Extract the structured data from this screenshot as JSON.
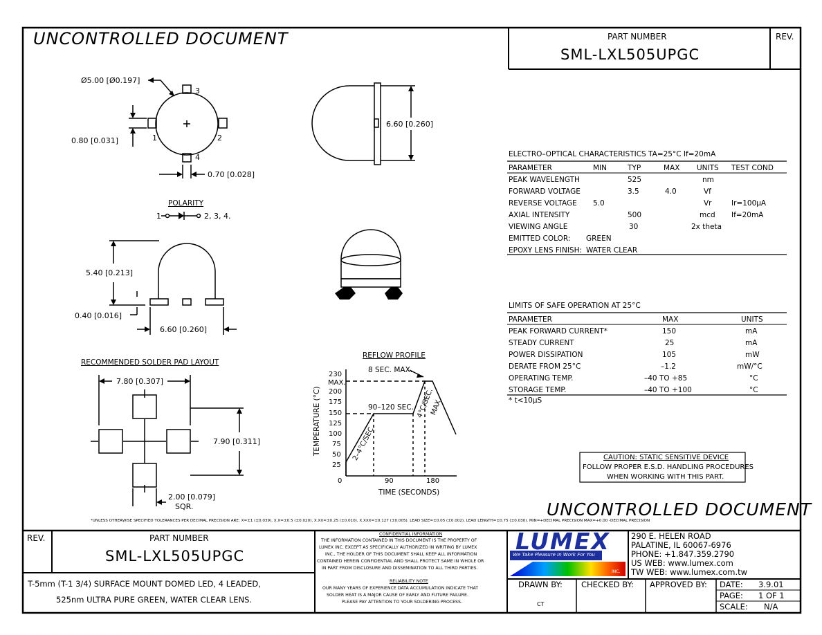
{
  "stamp": "UNCONTROLLED DOCUMENT",
  "header": {
    "part_number_label": "PART NUMBER",
    "part_number": "SML-LXL505UPGC",
    "rev_label": "REV."
  },
  "dims": {
    "dia": "Ø5.00 [Ø0.197]",
    "d080": "0.80 [0.031]",
    "d070": "0.70 [0.028]",
    "d660a": "6.60 [0.260]",
    "d540": "5.40 [0.213]",
    "d040": "0.40 [0.016]",
    "d660b": "6.60 [0.260]",
    "pin1": "1",
    "pin2": "2",
    "pin3": "3",
    "pin4": "4"
  },
  "polarity": {
    "title": "POLARITY",
    "left": "1",
    "right": "2, 3, 4."
  },
  "pad_layout": {
    "title": "RECOMMENDED SOLDER PAD LAYOUT",
    "w": "7.80 [0.307]",
    "h": "7.90 [0.311]",
    "pad": "2.00 [0.079]",
    "sqr": "SQR."
  },
  "reflow": {
    "title": "REFLOW PROFILE",
    "ylabel": "TEMPERATURE (°C)",
    "xlabel": "TIME (SECONDS)",
    "yticks": [
      "230",
      "MAX.",
      "200",
      "175",
      "150",
      "125",
      "100",
      "75",
      "50",
      "25"
    ],
    "xticks": [
      "0",
      "90",
      "180"
    ],
    "ann_8sec": "8 SEC. MAX.",
    "ann_90120": "90–120 SEC.",
    "ann_ramp1": "2–4°C/SEC.",
    "ann_ramp2": "4°C/SEC.",
    "ann_ramp3": "MAX."
  },
  "eo": {
    "title": "ELECTRO–OPTICAL CHARACTERISTICS TA=25°C    If=20mA",
    "headers": [
      "PARAMETER",
      "MIN",
      "TYP",
      "MAX",
      "UNITS",
      "TEST COND"
    ],
    "rows": [
      [
        "PEAK WAVELENGTH",
        "",
        "525",
        "",
        "nm",
        ""
      ],
      [
        "FORWARD VOLTAGE",
        "",
        "3.5",
        "4.0",
        "Vf",
        ""
      ],
      [
        "REVERSE VOLTAGE",
        "5.0",
        "",
        "",
        "Vr",
        "Ir=100µA"
      ],
      [
        "AXIAL INTENSITY",
        "",
        "500",
        "",
        "mcd",
        "If=20mA"
      ],
      [
        "VIEWING ANGLE",
        "",
        "30",
        "",
        "2x theta",
        ""
      ]
    ],
    "emitted_label": "EMITTED COLOR:",
    "emitted": "GREEN",
    "epoxy_label": "EPOXY LENS FINISH:",
    "epoxy": "WATER CLEAR"
  },
  "limits": {
    "title": "LIMITS OF SAFE OPERATION AT 25°C",
    "headers": [
      "PARAMETER",
      "MAX",
      "UNITS"
    ],
    "rows": [
      [
        "PEAK FORWARD CURRENT*",
        "150",
        "mA"
      ],
      [
        "STEADY CURRENT",
        "25",
        "mA"
      ],
      [
        "POWER DISSIPATION",
        "105",
        "mW"
      ],
      [
        "DERATE FROM 25°C",
        "–1.2",
        "mW/°C"
      ],
      [
        "OPERATING TEMP.",
        "–40 TO +85",
        "°C"
      ],
      [
        "STORAGE TEMP.",
        "–40 TO +100",
        "°C"
      ]
    ],
    "footnote": "* t<10µS"
  },
  "caution": {
    "l1": "CAUTION: STATIC SENSITIVE DEVICE",
    "l2": "FOLLOW PROPER E.S.D. HANDLING PROCEDURES",
    "l3": "WHEN WORKING WITH THIS PART."
  },
  "tolerance": "*UNLESS OTHERWISE SPECIFIED TOLERANCES PER DECIMAL PRECISION ARE: X=±1 (±0.039), X.X=±0.5 (±0.020), X.XX=±0.25 (±0.010), X.XXX=±0.127 (±0.005).   LEAD SIZE=±0.05 (±0.002), LEAD LENGTH=±0.75 (±0.030). MIN=+DECIMAL PRECISION  MAX=+0.00 -DECIMAL PRECISION",
  "title_block": {
    "rev_label": "REV.",
    "part_number_label": "PART NUMBER",
    "part_number": "SML-LXL505UPGC",
    "desc1": "T-5mm (T-1 3/4) SURFACE MOUNT DOMED LED, 4 LEADED,",
    "desc2": "525nm ULTRA PURE GREEN, WATER CLEAR LENS.",
    "conf_title": "CONFIDENTIAL INFORMATION",
    "conf_lines": [
      "THE INFORMATION CONTAINED IN THIS DOCUMENT IS THE PROPERTY OF",
      "LUMEX INC. EXCEPT AS SPECIFICALLY AUTHORIZED IN WRITING BY LUMEX",
      "INC., THE HOLDER OF THIS DOCUMENT SHALL KEEP ALL INFORMATION",
      "CONTAINED HEREIN CONFIDENTIAL AND SHALL PROTECT SAME IN WHOLE OR",
      "IN PART FROM DISCLOSURE AND DISSEMINATION TO ALL THIRD PARTIES."
    ],
    "rel_title": "RELIABILITY NOTE",
    "rel_lines": [
      "OUR MANY YEARS OF EXPERIENCE DATA ACCUMULATION INDICATE THAT",
      "SOLDER HEAT IS A MAJOR CAUSE OF EARLY AND FUTURE FAILURE.",
      "PLEASE PAY ATTENTION TO YOUR SOLDERING PROCESS."
    ],
    "logo_text": "LUMEX",
    "logo_tagline": "We Take Pleasure In Work For You",
    "logo_inc": "INC.",
    "address": [
      "290 E. HELEN ROAD",
      "PALATINE, IL  60067-6976",
      "PHONE: +1.847.359.2790",
      "US WEB: www.lumex.com",
      "TW WEB: www.lumex.com.tw"
    ],
    "drawn_by_label": "DRAWN BY:",
    "drawn_by": "CT",
    "checked_by_label": "CHECKED BY:",
    "approved_by_label": "APPROVED BY:",
    "date_label": "DATE:",
    "date": "3.9.01",
    "page_label": "PAGE:",
    "page": "1 OF 1",
    "scale_label": "SCALE:",
    "scale": "N/A"
  }
}
